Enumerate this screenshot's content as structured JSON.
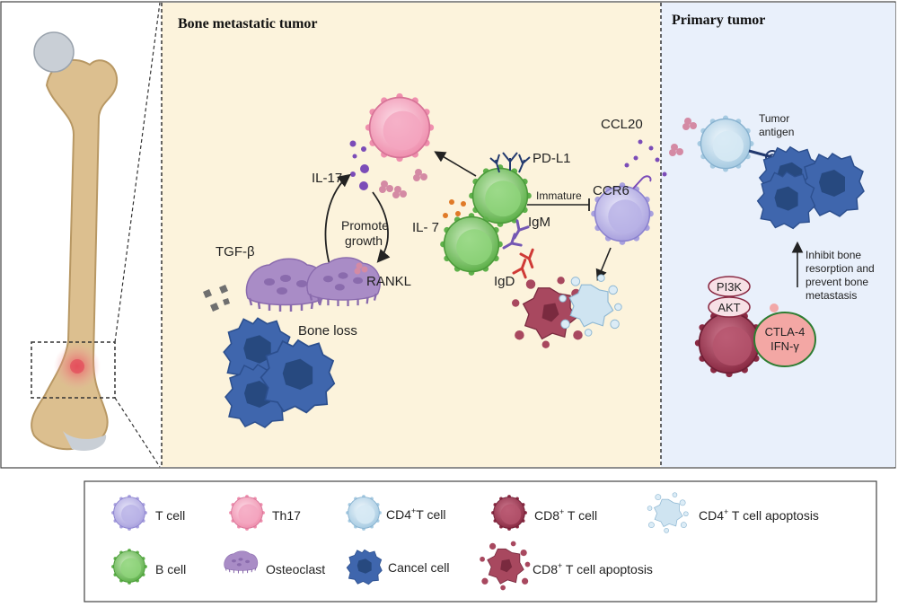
{
  "panels": {
    "bone_title": "Bone metastatic tumor",
    "primary_title": "Primary tumor"
  },
  "labels": {
    "il17": "IL-17",
    "promote_line1": "Promote",
    "promote_line2": "growth",
    "tgfb": "TGF-β",
    "rankl": "RANKL",
    "bone_loss": "Bone loss",
    "il7": "IL- 7",
    "pdl1": "PD-L1",
    "immature": "Immature",
    "igm": "IgM",
    "igd": "IgD",
    "ccl20": "CCL20",
    "ccr6": "CCR6",
    "tumor_antigen_line1": "Tumor",
    "tumor_antigen_line2": "antigen",
    "inhibit_line1": "Inhibit bone",
    "inhibit_line2": "resorption and",
    "inhibit_line3": "prevent bone",
    "inhibit_line4": "metastasis",
    "pi3k": "PI3K",
    "akt": "AKT",
    "ctla4": "CTLA-4",
    "ifng": "IFN-γ"
  },
  "legend": {
    "t_cell": "T cell",
    "th17": "Th17",
    "cd4_pre": "CD4",
    "cd4_post": "T cell",
    "cd8_pre": "CD8",
    "cd8_post": " T cell",
    "cd4_apop_pre": "CD4",
    "cd4_apop_post": " T   cell apoptosis",
    "b_cell": "B cell",
    "osteoclast": "Osteoclast",
    "cancer": "Cancel  cell",
    "cd8_apop_pre": "CD8",
    "cd8_apop_post": " T  cell apoptosis",
    "sup": "+"
  },
  "colors": {
    "bone_bg": "#fcf3dc",
    "primary_bg": "#e9f0fb",
    "t_cell": "#c9c4ee",
    "th17": "#f6b3c8",
    "cd4": "#cfe4f1",
    "cd8": "#a8485f",
    "b_cell": "#86cf73",
    "osteoclast": "#a98cc6",
    "cancer": "#3f66ad"
  }
}
